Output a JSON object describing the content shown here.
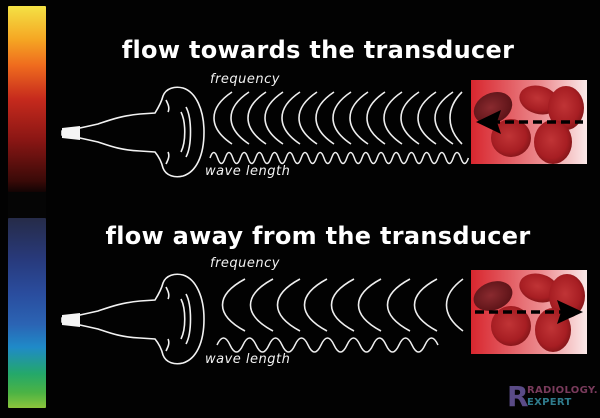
{
  "colorbar": {
    "top_gradient": [
      "#f4e245",
      "#f5a623",
      "#ef6b1e",
      "#c62a1d",
      "#8a1614",
      "#3a0a08"
    ],
    "bottom_gradient": [
      "#262b48",
      "#283a7c",
      "#2a4d9e",
      "#2b64b4",
      "#1f8ac8",
      "#24a86a",
      "#8cc53c"
    ]
  },
  "panels": [
    {
      "title": "flow towards the transducer",
      "frequency_label": "frequency",
      "wavelength_label": "wave length",
      "arc_count": 16,
      "wave_cycles": 17,
      "flow_direction": "left"
    },
    {
      "title": "flow away from the transducer",
      "frequency_label": "frequency",
      "wavelength_label": "wave length",
      "arc_count": 9,
      "wave_cycles": 8.5,
      "flow_direction": "right"
    }
  ],
  "logo": {
    "letter": "R",
    "line1": "RADIOLOGY.",
    "line2": "EXPERT"
  }
}
